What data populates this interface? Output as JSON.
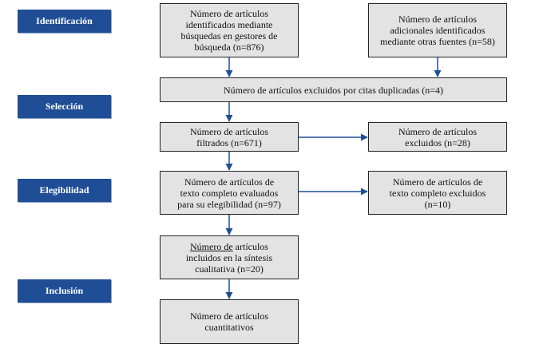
{
  "colors": {
    "stage_label_bg": "#1f4e96",
    "box_bg": "#e3e3e3",
    "box_border": "#222222",
    "arrow": "#1f4e96"
  },
  "stages": {
    "identification": "Identificación",
    "screening": "Selección",
    "eligibility": "Elegibilidad",
    "inclusion": "Inclusión"
  },
  "boxes": {
    "identified_db": "Número de artículos\nidentificados mediante\nbúsquedas en gestores de\nbúsqueda (n=876)",
    "identified_other": "Número de artículos\nadicionales identificados\nmediante otras fuentes (n=58)",
    "duplicates_excluded": "Número de artículos excluidos por citas duplicadas (n=4)",
    "screened": "Número de artículos\nfiltrados (n=671)",
    "screened_excluded": "Número de artículos\nexcluidos (n=28)",
    "fulltext_assessed": "Número de artículos de\ntexto completo evaluados\npara su elegibilidad (n=97)",
    "fulltext_excluded": "Número de artículos de\ntexto completo excluidos\n(n=10)",
    "qualitative_prefix": "Número de",
    "qualitative_rest": " artículos\nincluidos en la síntesis\ncualitativa (n=20)",
    "quantitative": "Número de artículos\ncuantitativos"
  }
}
